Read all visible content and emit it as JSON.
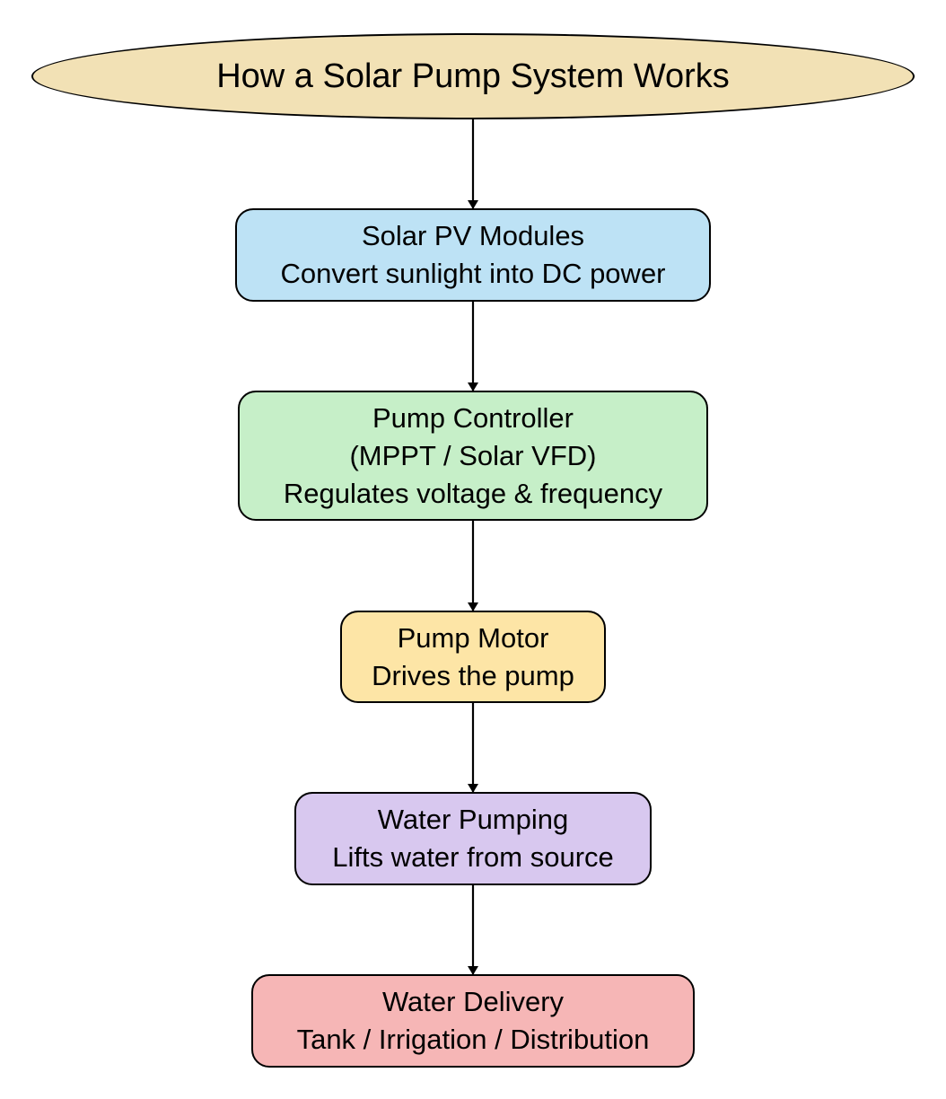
{
  "title": {
    "text": "How a Solar Pump System Works",
    "fill": "#f2e1b5"
  },
  "nodes": [
    {
      "lines": [
        "Solar PV Modules",
        "Convert sunlight into DC power"
      ],
      "fill": "#bde2f5"
    },
    {
      "lines": [
        "Pump Controller",
        "(MPPT / Solar VFD)",
        "Regulates voltage & frequency"
      ],
      "fill": "#c6efc8"
    },
    {
      "lines": [
        "Pump Motor",
        "Drives the pump"
      ],
      "fill": "#fde5a6"
    },
    {
      "lines": [
        "Water Pumping",
        "Lifts water from source"
      ],
      "fill": "#d8c8ef"
    },
    {
      "lines": [
        "Water Delivery",
        "Tank / Irrigation / Distribution"
      ],
      "fill": "#f6b6b6"
    }
  ],
  "edges": [
    {
      "from": "title",
      "to": "node-0"
    },
    {
      "from": "node-0",
      "to": "node-1"
    },
    {
      "from": "node-1",
      "to": "node-2"
    },
    {
      "from": "node-2",
      "to": "node-3"
    },
    {
      "from": "node-3",
      "to": "node-4"
    }
  ]
}
